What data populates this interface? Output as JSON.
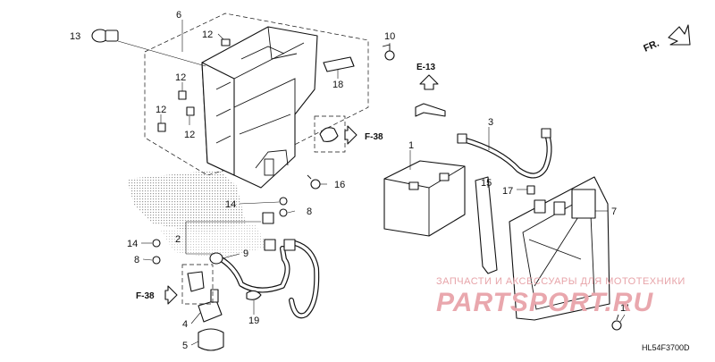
{
  "diagram": {
    "drawing_code": "HL54F3700D",
    "orientation": "FR.",
    "refs": {
      "e13": "E-13",
      "f38_right": "F-38",
      "f38_left": "F-38"
    },
    "watermark": {
      "line1": "ЗАПЧАСТИ И АКСЕССУАРЫ ДЛЯ МОТОТЕХНИКИ",
      "line2": "PARTSPORT.RU"
    },
    "callouts": [
      "1",
      "2",
      "3",
      "4",
      "5",
      "6",
      "7",
      "8",
      "8",
      "9",
      "10",
      "11",
      "12",
      "12",
      "12",
      "12",
      "13",
      "14",
      "14",
      "15",
      "16",
      "17",
      "18",
      "19"
    ]
  }
}
